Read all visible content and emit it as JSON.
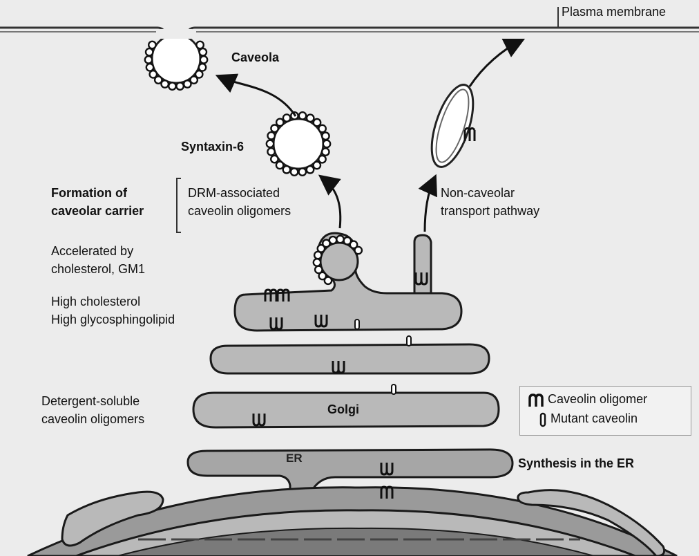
{
  "labels": {
    "plasma_membrane": "Plasma membrane",
    "caveola": "Caveola",
    "syntaxin": "Syntaxin-6",
    "formation_line1": "Formation of",
    "formation_line2": "caveolar carrier",
    "drm_line1": "DRM-associated",
    "drm_line2": "caveolin oligomers",
    "noncaveolar_line1": "Non-caveolar",
    "noncaveolar_line2": "transport pathway",
    "accelerated_line1": "Accelerated by",
    "accelerated_line2": "cholesterol, GM1",
    "high_line1": "High cholesterol",
    "high_line2": "High glycosphingolipid",
    "detergent_line1": "Detergent-soluble",
    "detergent_line2": "caveolin oligomers",
    "golgi": "Golgi",
    "er": "ER",
    "synthesis": "Synthesis in the ER"
  },
  "legend": {
    "oligomer_label": "Caveolin oligomer",
    "mutant_label": "Mutant caveolin",
    "oligomer_icon": "caveolin-oligomer-icon",
    "mutant_icon": "mutant-caveolin-icon"
  },
  "colors": {
    "background": "#ececec",
    "organelle_fill": "#b9b9b9",
    "organelle_outline": "#1a1a1a",
    "nucleus_fill": "#8a8a8a",
    "vesicle_fill": "#ffffff"
  }
}
